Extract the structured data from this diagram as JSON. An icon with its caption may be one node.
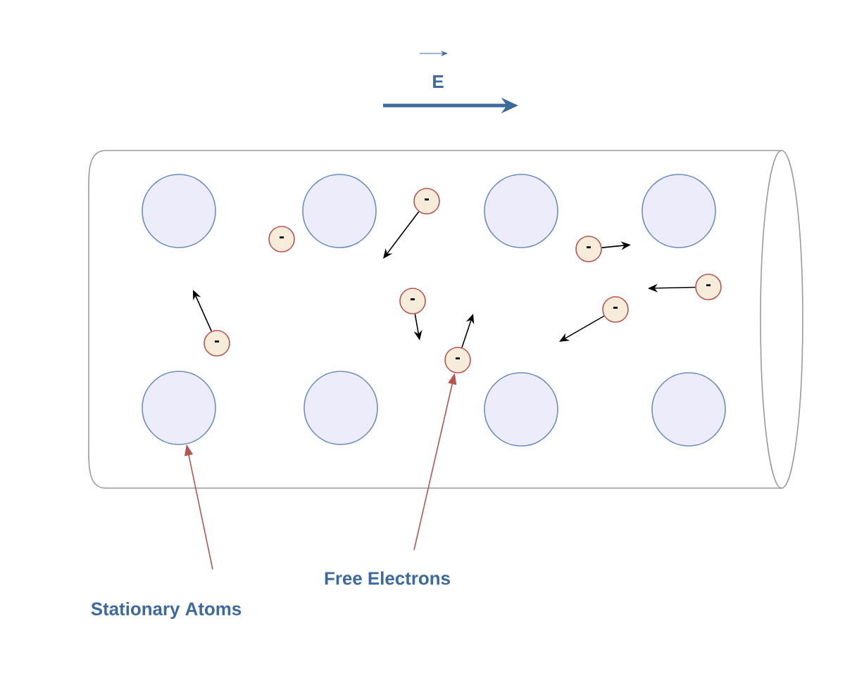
{
  "diagram": {
    "nodes": [
      {
        "text": [],
        "shape": "cylinder"
      },
      {
        "text": [],
        "shape": "circle",
        "in": 0
      },
      {
        "text": [],
        "shape": "circle",
        "in": 0
      },
      {
        "text": [],
        "shape": "circle",
        "in": 0
      },
      {
        "text": [],
        "shape": "circle",
        "in": 0
      },
      {
        "text": [],
        "shape": "circle",
        "in": 0
      },
      {
        "text": [],
        "shape": "circle",
        "in": 0
      },
      {
        "text": [],
        "shape": "circle",
        "in": 0
      },
      {
        "text": [],
        "shape": "circle",
        "in": 0
      },
      {
        "text": [
          "-"
        ],
        "in": 0
      },
      {
        "text": [
          "-"
        ],
        "in": 0
      },
      {
        "text": [
          "-"
        ],
        "in": 0
      },
      {
        "text": [
          "-"
        ],
        "in": 0
      },
      {
        "text": [
          "-"
        ],
        "in": 0
      },
      {
        "text": [
          "-"
        ],
        "in": 0
      },
      {
        "text": [
          "-"
        ],
        "in": 0
      },
      {
        "text": [
          "-"
        ],
        "in": 0
      },
      {
        "text": [
          "Free Electrons"
        ]
      },
      {
        "text": [
          "Stationary Atoms"
        ]
      }
    ],
    "edges": [
      {
        "from": 17,
        "to": 16,
        "arrow": "to"
      },
      {
        "from": 18,
        "to": 5,
        "arrow": "to"
      }
    ],
    "labels": [
      "E"
    ]
  }
}
